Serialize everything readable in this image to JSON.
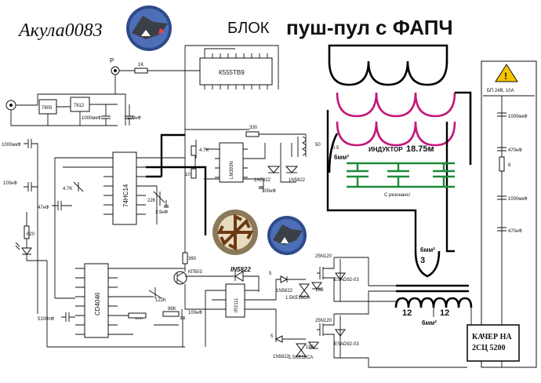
{
  "header": {
    "logo_text": "Акула0083",
    "title_prefix": "БЛОК",
    "title_main": "пуш-пул с ФАПЧ"
  },
  "chips": {
    "counter": "К555ТВ9",
    "hex_inverter": "74HC14",
    "comparator": "LM393N",
    "pll": "CD4046",
    "driver": "IR2111",
    "reg1": "7805",
    "reg2": "7812"
  },
  "labels": {
    "res_1k": "1K",
    "res_330": "330",
    "res_47k_a": "4.7K",
    "res_47k_b": "4.7K",
    "res_10": "10",
    "res_22k": "22K",
    "cap_3n9": "3.9нФ",
    "cap_1000mkf": "1000мкФ",
    "cap_100nf_a": "100нФ",
    "cap_1000mkf_left": "1000мкФ",
    "cap_100nf_left": "100нФ",
    "cap_47nf": "47нФ",
    "res_620": "620",
    "diode_1n5822_a": "1N5822",
    "diode_1n5822_b": "1N5822",
    "cap_100nf_b": "100нФ",
    "res_360": "360",
    "transistor": "КП503",
    "res_122k": "122K",
    "res_98k": "98K",
    "res_68k": "68K",
    "cap_5100": "5100пФ",
    "cap_100nf_c": "100нФ",
    "diode_in5822": "IN5822",
    "res_5": "5",
    "res_5b": "5",
    "diode_1n5822_c": "1N5822",
    "diode_1n5822_d": "1N5822",
    "tvs_a": "1.5KE18CA",
    "tvs_b": "1.5KE18CA",
    "zener_a": "18В",
    "zener_b": "18В",
    "mosfet_a": "25N120",
    "mosfet_b": "25N120",
    "esa_a": "ESAD92-03",
    "esa_b": "ESAD92-03",
    "coil_50": "50",
    "coil_05": "0.5",
    "wire_6mm_a": "6мм²",
    "inductor": "ИНДУКТОР",
    "inductor_value": "18.75м",
    "resonance": "С резонанс/",
    "wire_6mm_b": "6мм²",
    "turns_3": "3",
    "turns_12a": "12",
    "turns_12b": "12",
    "wire_6mm_c": "6мм²",
    "psu": "БП 24В, 10А",
    "psu_cap_a": "1000мкФ",
    "psu_cap_b": "470нФ",
    "psu_res": "6",
    "psu_cap_c": "1000мкФ",
    "psu_cap_d": "470нФ",
    "kacher_line1": "КАЧЕР НА",
    "kacher_line2": "2СЦ 5200",
    "pin_p": "P"
  },
  "colors": {
    "wire": "#111111",
    "primary_coil": "#c2187a",
    "resonant_caps": "#1f8a3a",
    "warning": "#f5c400",
    "logo_blue": "#2f4a8a"
  }
}
